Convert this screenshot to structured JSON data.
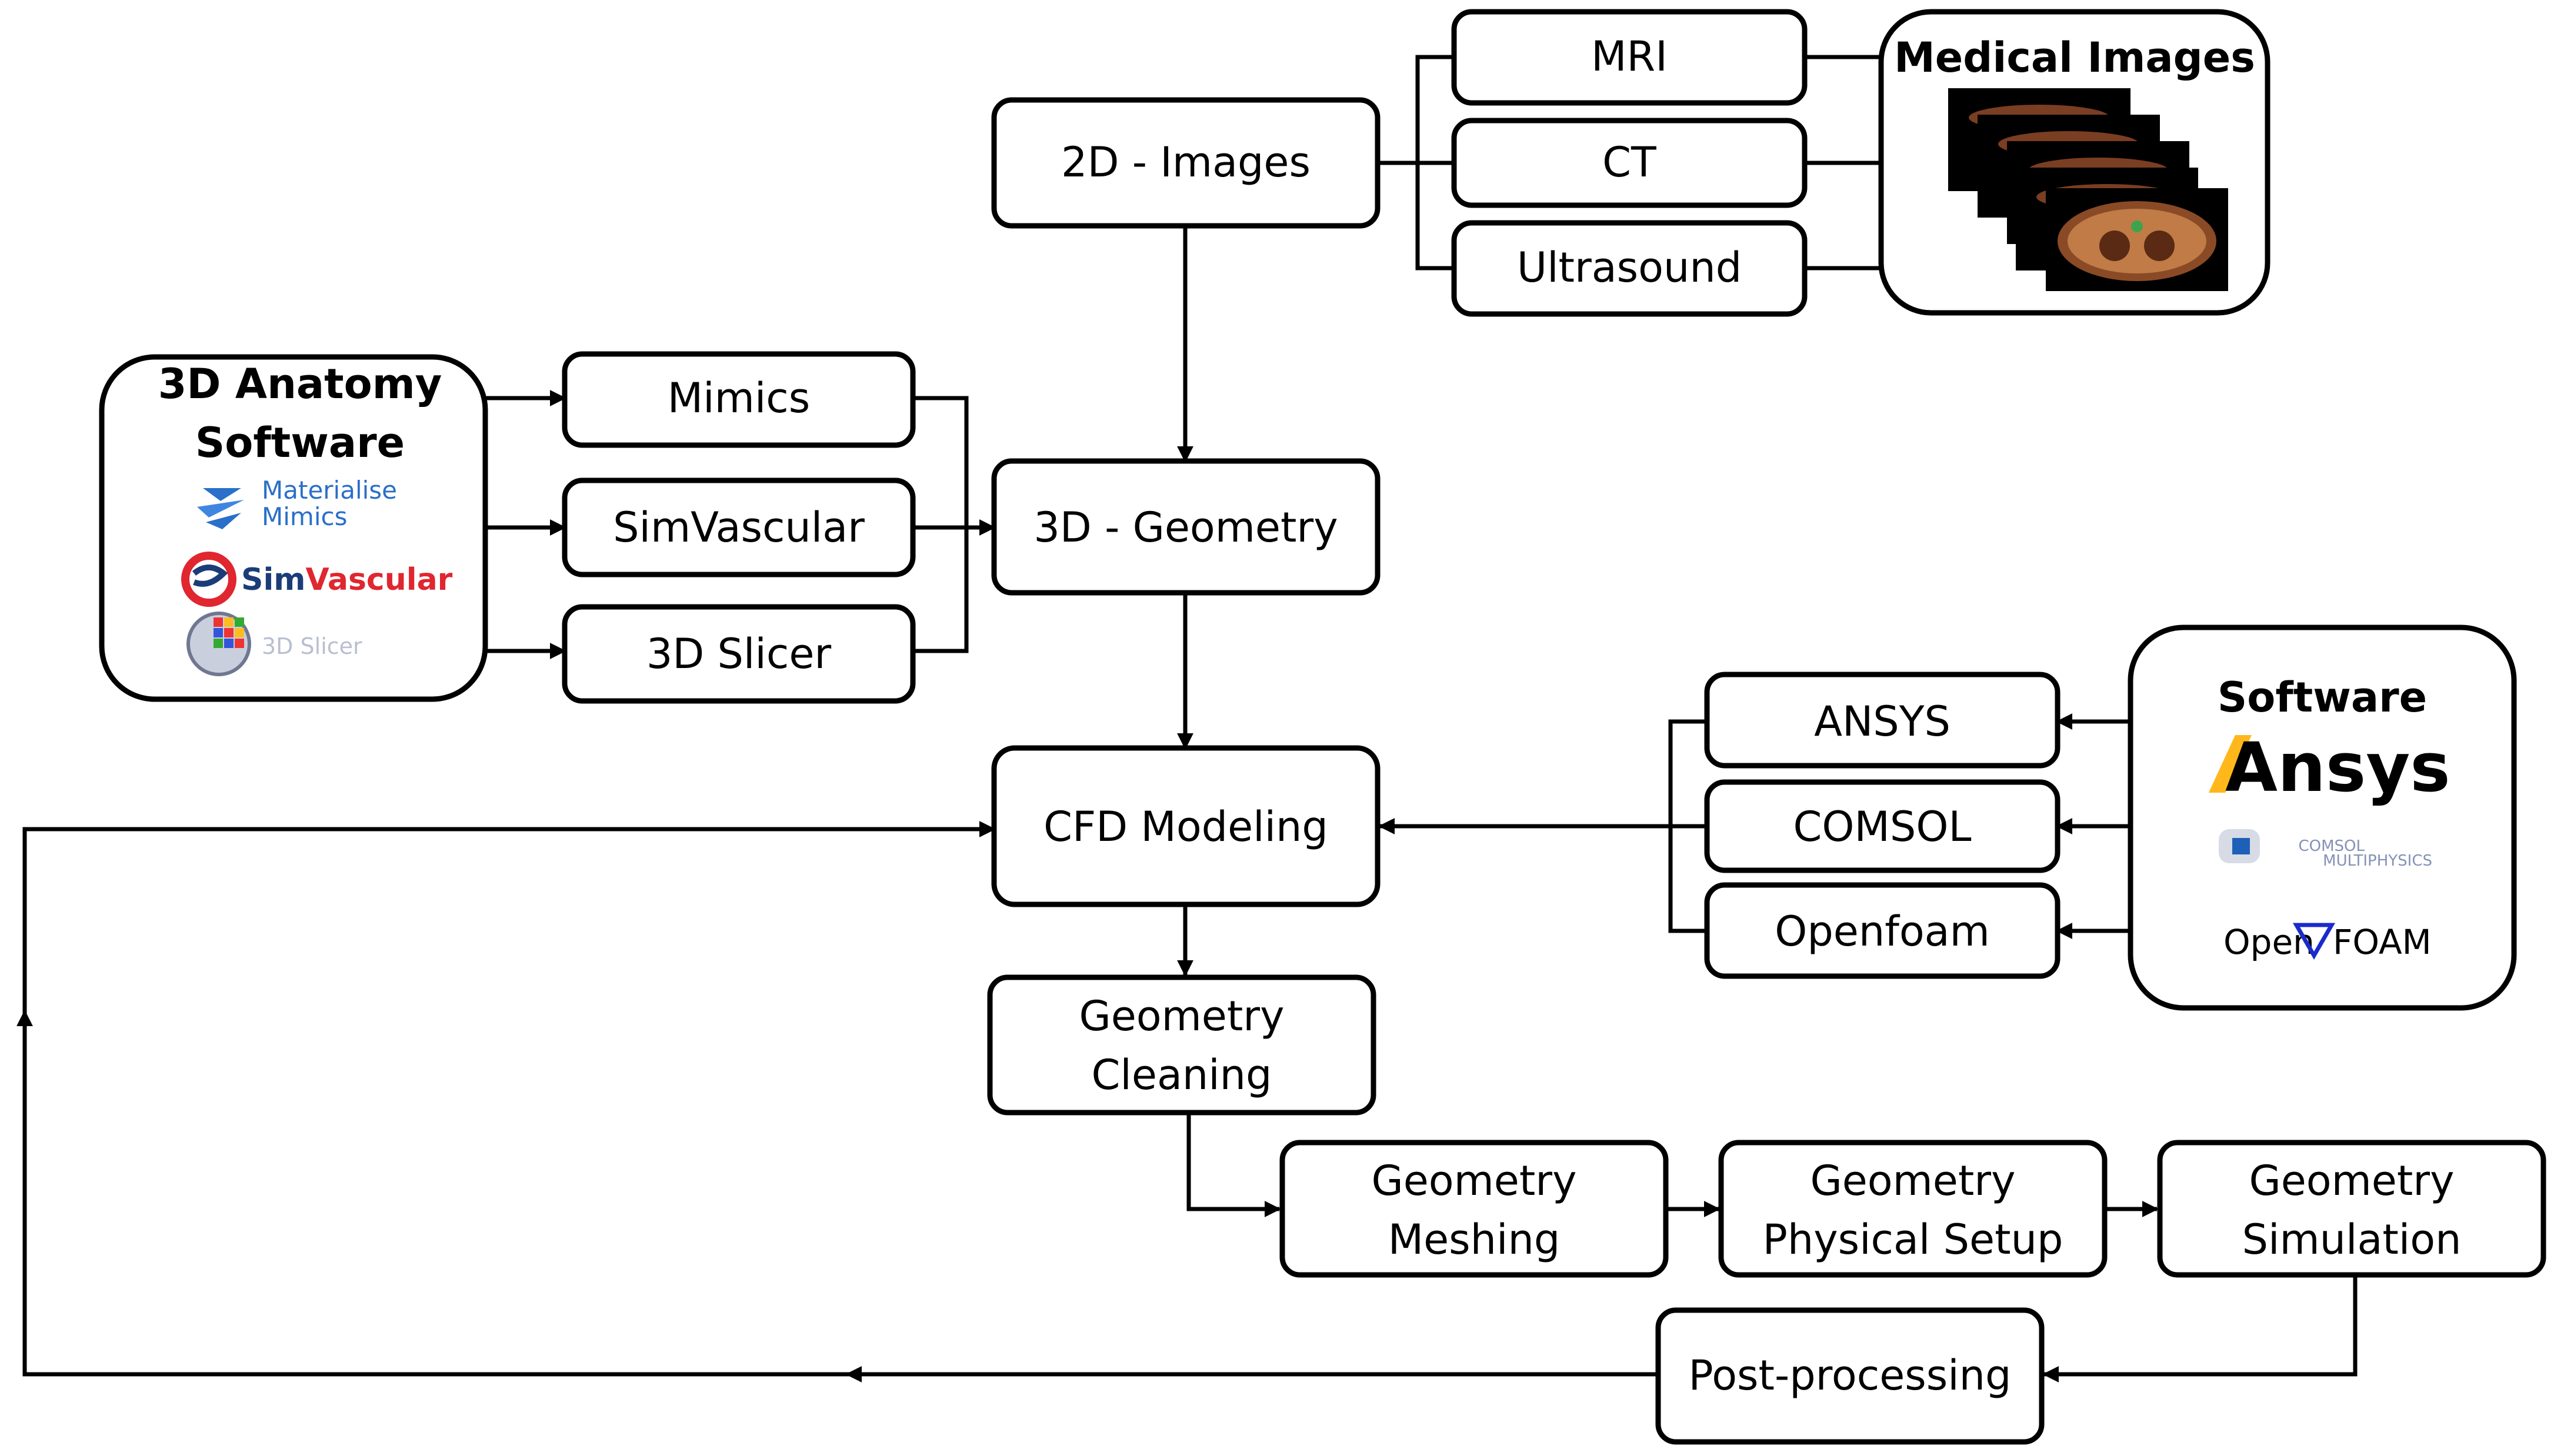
{
  "nodes": {
    "images2d": "2D - Images",
    "mri": "MRI",
    "ct": "CT",
    "ultrasound": "Ultrasound",
    "geometry3d": "3D - Geometry",
    "mimics": "Mimics",
    "simvascular": "SimVascular",
    "slicer3d": "3D Slicer",
    "cfd": "CFD Modeling",
    "ansys": "ANSYS",
    "comsol": "COMSOL",
    "openfoam": "Openfoam",
    "cleaning": [
      "Geometry",
      "Cleaning"
    ],
    "meshing": [
      "Geometry",
      "Meshing"
    ],
    "physical": [
      "Geometry",
      "Physical Setup"
    ],
    "simulation": [
      "Geometry",
      "Simulation"
    ],
    "postprocessing": "Post-processing"
  },
  "panels": {
    "medical": {
      "title": "Medical Images"
    },
    "anatomy": {
      "title": [
        "3D Anatomy",
        "Software"
      ],
      "logos": {
        "mimics": [
          "Materialise",
          "Mimics"
        ],
        "simvascular": [
          "Sim",
          "Vascular"
        ],
        "slicer": "3D Slicer"
      }
    },
    "software": {
      "title": "Software",
      "logos": {
        "ansys": "Ansys",
        "comsol": [
          "COMSOL",
          "MULTIPHYSICS"
        ],
        "openfoam": [
          "Open",
          "FOAM"
        ]
      }
    }
  },
  "colors": {
    "stroke": "#000000",
    "mimics_blue": "#2a6fc9",
    "simvascular_red": "#e0262f",
    "ansys_yellow": "#ffb71b",
    "openfoam_blue": "#1a2bcc",
    "slicer_gray": "#b8bfd0"
  }
}
